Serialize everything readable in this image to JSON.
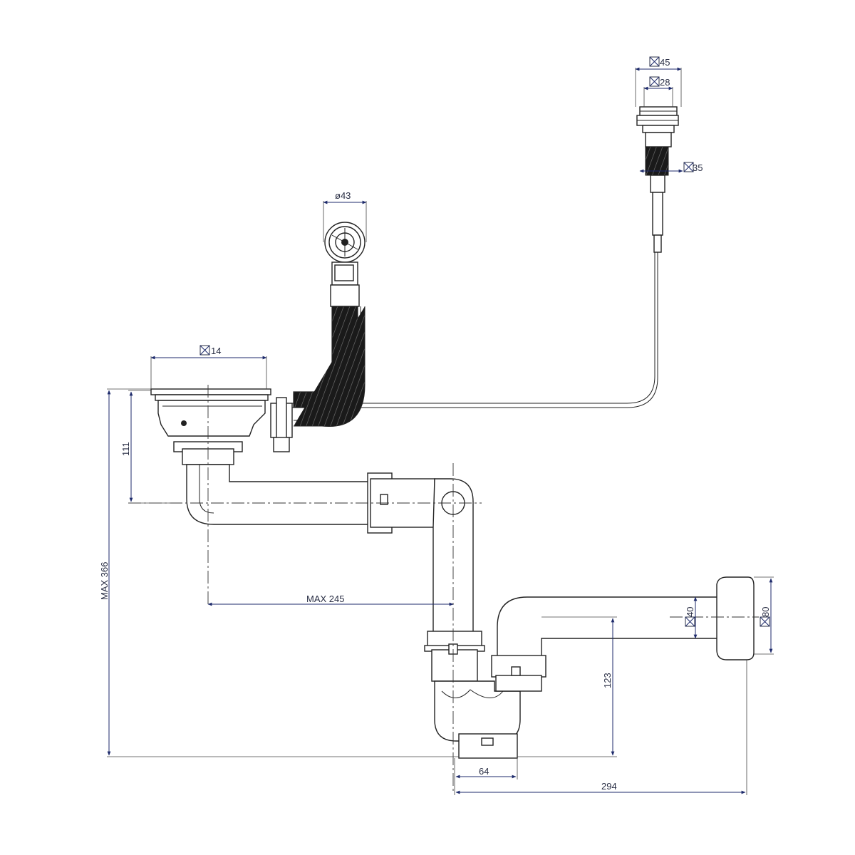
{
  "diagram": {
    "dimensions": {
      "overflow_head_outer": "45",
      "overflow_head_inner": "28",
      "overflow_head_thread": "35",
      "pop_up_diameter": "ø43",
      "strainer_size": "14",
      "strainer_drop": "111",
      "total_height": "MAX 366",
      "horizontal_reach": "MAX 245",
      "outlet_pipe": "40",
      "wall_flange": "80",
      "trap_height": "123",
      "trap_outlet_width": "64",
      "total_width": "294"
    }
  }
}
